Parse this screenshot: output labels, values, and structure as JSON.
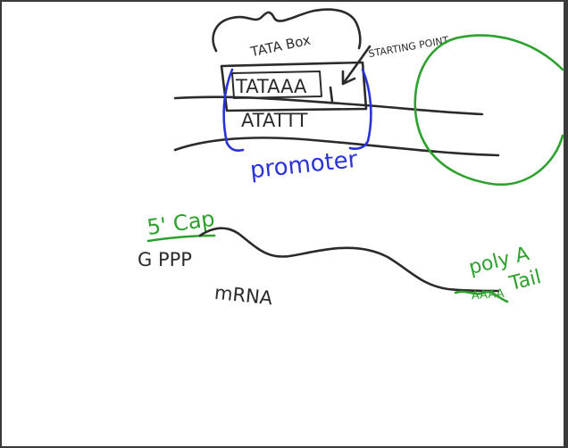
{
  "labels": {
    "tata_box": "TATA Box",
    "starting_point": "STARTING POINT",
    "tataaa": "TATAAA",
    "atattt": "ATATTT",
    "promoter": "promoter",
    "five_cap": "5' Cap",
    "gppp": "G PPP",
    "mrna": "mRNA",
    "poly_a": "poly A",
    "tail": "Tail",
    "aaaa": "AAAA"
  },
  "colors": {
    "black_ink": "#2b2b2b",
    "blue_ink": "#2a33d6",
    "green_ink": "#2da12d",
    "background": "#ffffff"
  }
}
